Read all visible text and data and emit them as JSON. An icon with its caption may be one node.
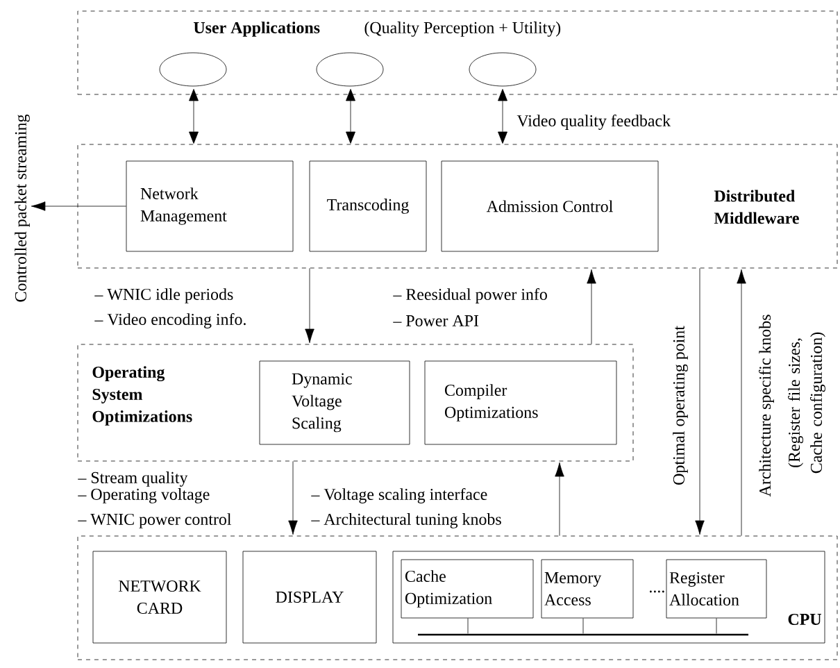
{
  "diagram": {
    "nodes": [
      {
        "text": [
          "User Applications",
          "(Quality Perception + Utility)"
        ]
      },
      {
        "text": [],
        "shape": "circle",
        "in": 0
      },
      {
        "text": [],
        "shape": "circle",
        "in": 0
      },
      {
        "text": [],
        "shape": "circle",
        "in": 0
      },
      {
        "text": [
          "Distributed Middleware"
        ]
      },
      {
        "text": [
          "Network Management"
        ],
        "in": 4
      },
      {
        "text": [
          "Transcoding"
        ],
        "in": 4
      },
      {
        "text": [
          "Admission Control"
        ],
        "in": 4
      },
      {
        "text": [
          "Operating System Optimizations"
        ]
      },
      {
        "text": [
          "Dynamic Voltage Scaling"
        ],
        "in": 8
      },
      {
        "text": [
          "Compiler Optimizations"
        ],
        "in": 8
      },
      {
        "text": [],
        "shape": "box"
      },
      {
        "text": [
          "NETWORK CARD"
        ],
        "in": 11
      },
      {
        "text": [
          "DISPLAY"
        ],
        "in": 11
      },
      {
        "text": [
          "CPU"
        ],
        "in": 11
      },
      {
        "text": [
          "Cache Optimization"
        ],
        "in": 14
      },
      {
        "text": [
          "Memory Access"
        ],
        "in": 14
      },
      {
        "text": [
          "Register Allocation"
        ],
        "in": 14
      },
      {
        "text": [
          "Controlled packet streaming"
        ]
      },
      {
        "text": [],
        "shape": "bar",
        "in": 14
      }
    ],
    "edges": [
      {
        "from": 1,
        "to": 4,
        "arrow": "both"
      },
      {
        "from": 2,
        "to": 4,
        "arrow": "both"
      },
      {
        "from": 3,
        "to": 4,
        "arrow": "both",
        "label": "Video quality feedback"
      },
      {
        "from": 4,
        "to": 8,
        "arrow": "to"
      },
      {
        "from": 8,
        "to": 4,
        "arrow": "to"
      },
      {
        "from": 8,
        "to": 11,
        "arrow": "to"
      },
      {
        "from": 11,
        "to": 8,
        "arrow": "to"
      },
      {
        "from": 4,
        "to": 11,
        "arrow": "to",
        "label": "Optimal operating point"
      },
      {
        "from": 11,
        "to": 4,
        "arrow": "to",
        "label": "Architecture specific knobs"
      },
      {
        "from": 5,
        "to": 18,
        "arrow": "to"
      },
      {
        "from": 15,
        "to": 19,
        "arrow": "none"
      },
      {
        "from": 16,
        "to": 19,
        "arrow": "none"
      },
      {
        "from": 17,
        "to": 19,
        "arrow": "none"
      }
    ],
    "labels": [
      "– WNIC idle periods",
      "– Video encoding info.",
      "– Reesidual power info",
      "– Power API",
      "– Stream quality",
      "– Operating voltage",
      "– WNIC power control",
      "– Voltage scaling interface",
      "– Architectural tuning knobs",
      "(Register file sizes, Cache configuration)",
      "...."
    ]
  }
}
